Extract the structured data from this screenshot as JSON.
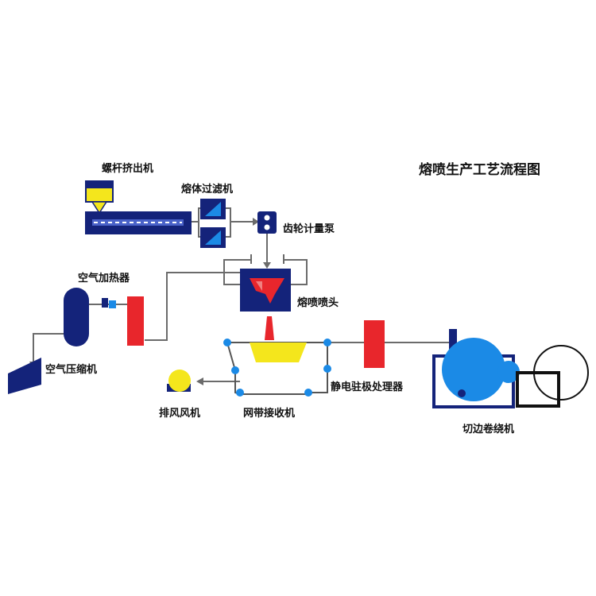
{
  "title": "熔喷生产工艺流程图",
  "labels": {
    "extruder": "螺杆挤出机",
    "melt_filter": "熔体过滤机",
    "gear_pump": "齿轮计量泵",
    "air_heater": "空气加热器",
    "die_head": "熔喷喷头",
    "air_compressor": "空气压缩机",
    "exhaust_fan": "排风风机",
    "mesh_belt": "网带接收机",
    "electret": "静电驻极处理器",
    "winder": "切边卷绕机"
  },
  "colors": {
    "navy": "#14237a",
    "red": "#e8262c",
    "yellow": "#f4e61c",
    "blue": "#1b8ae6",
    "line": "#6b6b6b"
  }
}
